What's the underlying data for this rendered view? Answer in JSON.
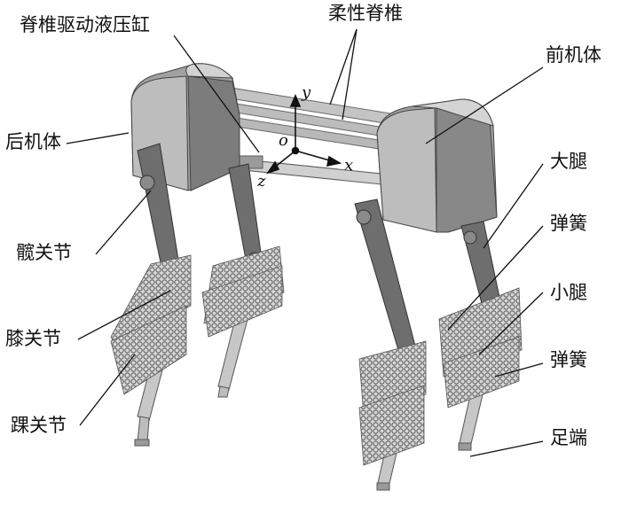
{
  "labels": {
    "spine_cylinder": "脊椎驱动液压缸",
    "flexible_spine": "柔性脊椎",
    "front_body": "前机体",
    "rear_body": "后机体",
    "thigh": "大腿",
    "spring_upper": "弹簧",
    "shank": "小腿",
    "spring_lower": "弹簧",
    "hip_joint": "髋关节",
    "knee_joint": "膝关节",
    "ankle_joint": "踝关节",
    "foot_tip": "足端"
  },
  "axes": {
    "x": "x",
    "y": "y",
    "z": "z",
    "origin": "o"
  },
  "colors": {
    "body_light": "#b4b4b4",
    "body_mid": "#8e8e8e",
    "body_dark": "#5a5a5a",
    "leg": "#6e6e6e",
    "spring": "#9a9a9a",
    "rod": "#c8c8c8",
    "leader_line": "#111111"
  }
}
